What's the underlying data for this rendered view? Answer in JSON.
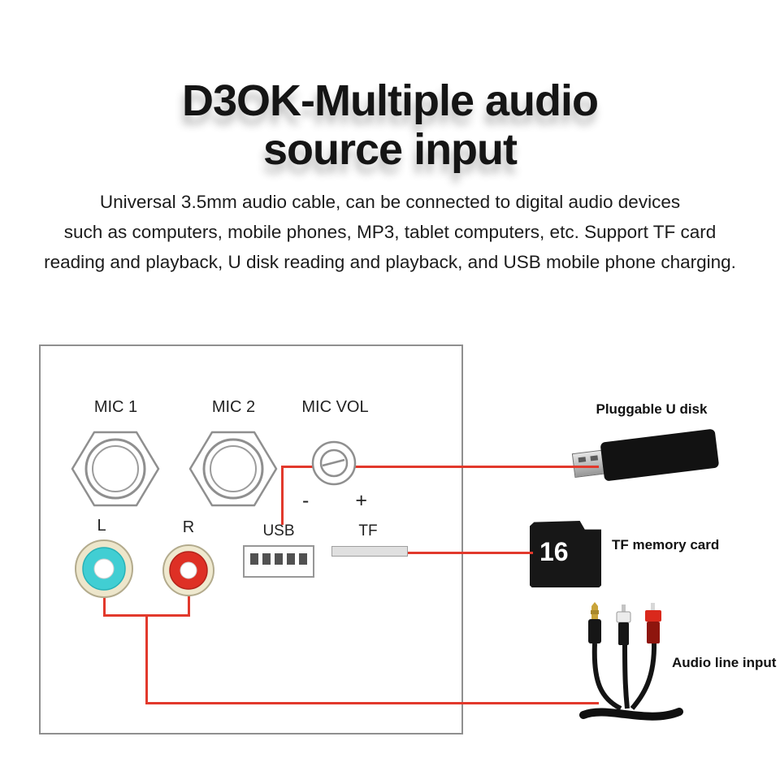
{
  "title": {
    "line1": "D3OK-Multiple audio",
    "line2": "source input"
  },
  "description": {
    "lines": [
      "Universal 3.5mm audio cable, can be connected to digital audio devices",
      "such as computers, mobile phones, MP3, tablet computers, etc. Support TF card",
      "reading and playback, U disk reading and playback, and USB mobile phone charging."
    ]
  },
  "panel": {
    "mic1_label": "MIC 1",
    "mic2_label": "MIC 2",
    "mic_vol_label": "MIC VOL",
    "minus": "-",
    "plus": "+",
    "left_label": "L",
    "right_label": "R",
    "usb_label": "USB",
    "tf_label": "TF"
  },
  "accessories": {
    "u_disk_label": "Pluggable U disk",
    "tf_card_label": "TF memory card",
    "tf_card_capacity": "16",
    "audio_label": "Audio line input"
  },
  "colors": {
    "accent_red": "#e2392c",
    "jack_cyan": "#41ced3",
    "jack_red": "#de3025",
    "outline_gray": "#8f8f8f",
    "cream_ring": "#ede6cb"
  }
}
